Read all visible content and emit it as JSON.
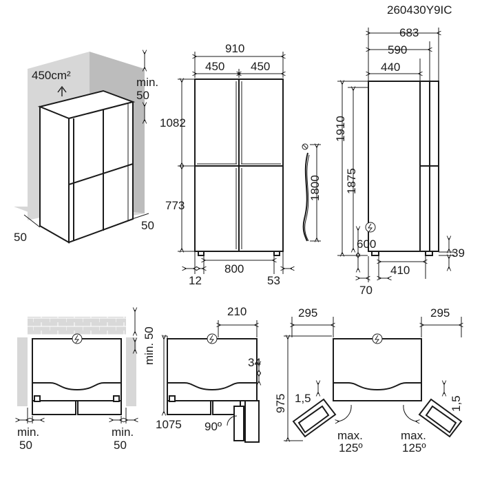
{
  "doc_code": "260430Y9IC",
  "perspective_view": {
    "ventilation_area": "450cm²",
    "top_clearance_label": "min.",
    "top_clearance_value": "50",
    "side_clearance": "50",
    "rear_clearance": "50"
  },
  "front_view": {
    "total_width": "910",
    "door_width_left": "450",
    "door_width_right": "450",
    "upper_door_height": "1082",
    "lower_door_height": "773",
    "foot_offset_left": "12",
    "foot_spacing": "800",
    "foot_offset_right": "53",
    "hose_length": "1800"
  },
  "side_view": {
    "depth_with_handles": "683",
    "depth_with_doors": "590",
    "body_depth": "440",
    "total_height": "1910",
    "body_height": "1875",
    "socket_height": "600",
    "foot_height": "39",
    "foot_depth": "410",
    "rear_foot_offset": "70"
  },
  "top_view_wall": {
    "top_clearance_label": "min. 50",
    "left_clearance_label": "min.",
    "left_clearance_value": "50",
    "right_clearance_label": "min.",
    "right_clearance_value": "50"
  },
  "top_view_90": {
    "offset": "210",
    "door_protrusion": "34",
    "open_width": "1075",
    "angle": "90º"
  },
  "top_view_125": {
    "left_offset": "295",
    "right_offset": "295",
    "depth_open": "975",
    "left_gap": "1,5",
    "right_gap": "1,5",
    "left_max_label": "max.",
    "left_max_angle": "125º",
    "right_max_label": "max.",
    "right_max_angle": "125º"
  },
  "icons": [
    "power-plug-icon",
    "water-tap-icon"
  ]
}
